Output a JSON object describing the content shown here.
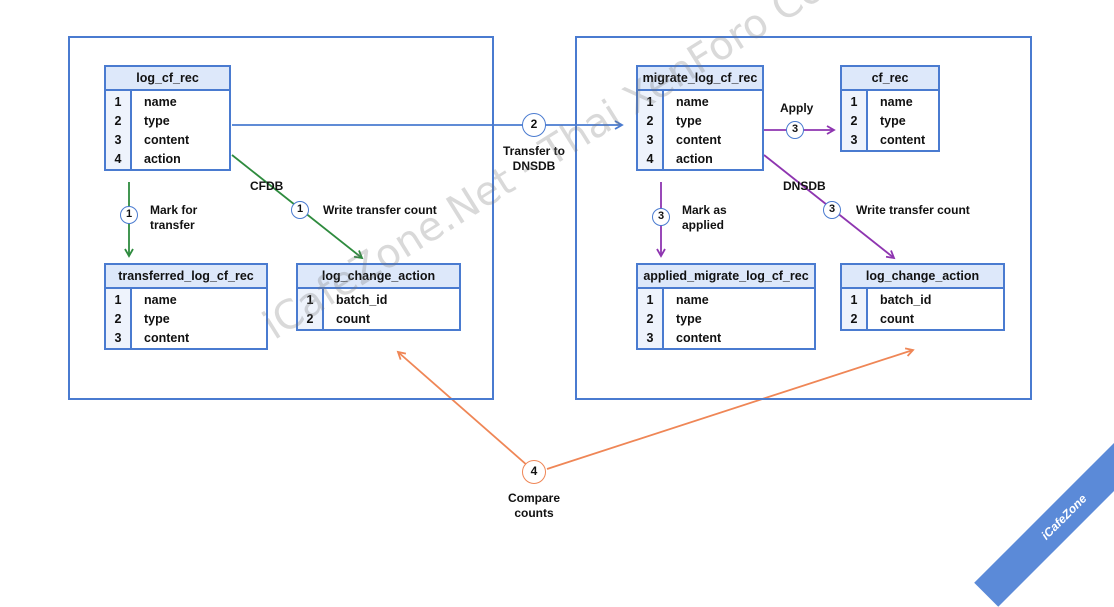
{
  "tables": {
    "log_cf_rec": {
      "title": "log_cf_rec",
      "rows": [
        [
          "1",
          "name"
        ],
        [
          "2",
          "type"
        ],
        [
          "3",
          "content"
        ],
        [
          "4",
          "action"
        ]
      ]
    },
    "transferred_log_cf_rec": {
      "title": "transferred_log_cf_rec",
      "rows": [
        [
          "1",
          "name"
        ],
        [
          "2",
          "type"
        ],
        [
          "3",
          "content"
        ]
      ]
    },
    "log_change_action_left": {
      "title": "log_change_action",
      "rows": [
        [
          "1",
          "batch_id"
        ],
        [
          "2",
          "count"
        ]
      ]
    },
    "migrate_log_cf_rec": {
      "title": "migrate_log_cf_rec",
      "rows": [
        [
          "1",
          "name"
        ],
        [
          "2",
          "type"
        ],
        [
          "3",
          "content"
        ],
        [
          "4",
          "action"
        ]
      ]
    },
    "cf_rec": {
      "title": "cf_rec",
      "rows": [
        [
          "1",
          "name"
        ],
        [
          "2",
          "type"
        ],
        [
          "3",
          "content"
        ]
      ]
    },
    "applied_migrate_log_cf_rec": {
      "title": "applied_migrate_log_cf_rec",
      "rows": [
        [
          "1",
          "name"
        ],
        [
          "2",
          "type"
        ],
        [
          "3",
          "content"
        ]
      ]
    },
    "log_change_action_right": {
      "title": "log_change_action",
      "rows": [
        [
          "1",
          "batch_id"
        ],
        [
          "2",
          "count"
        ]
      ]
    }
  },
  "steps": {
    "mark_for_transfer": {
      "num": "1",
      "label": "Mark for transfer"
    },
    "write_transfer_count_left": {
      "num": "1",
      "label": "Write transfer count"
    },
    "transfer_to_dnsdb": {
      "num": "2",
      "label": "Transfer to DNSDB"
    },
    "apply": {
      "num": "3",
      "label": "Apply"
    },
    "mark_as_applied": {
      "num": "3",
      "label": "Mark as applied"
    },
    "write_transfer_count_right": {
      "num": "3",
      "label": "Write transfer count"
    },
    "compare_counts": {
      "num": "4",
      "label": "Compare counts"
    }
  },
  "labels": {
    "cfdb": "CFDB",
    "dnsdb": "DNSDB"
  },
  "watermark": "iCafeZone.Net - Thai XenForo Community",
  "ribbon": "iCafeZone",
  "colors": {
    "blue": "#4a7bd0",
    "green": "#2e8b3e",
    "purple": "#8e35b0",
    "orange": "#ef8656",
    "header_fill": "#dde8fa"
  }
}
